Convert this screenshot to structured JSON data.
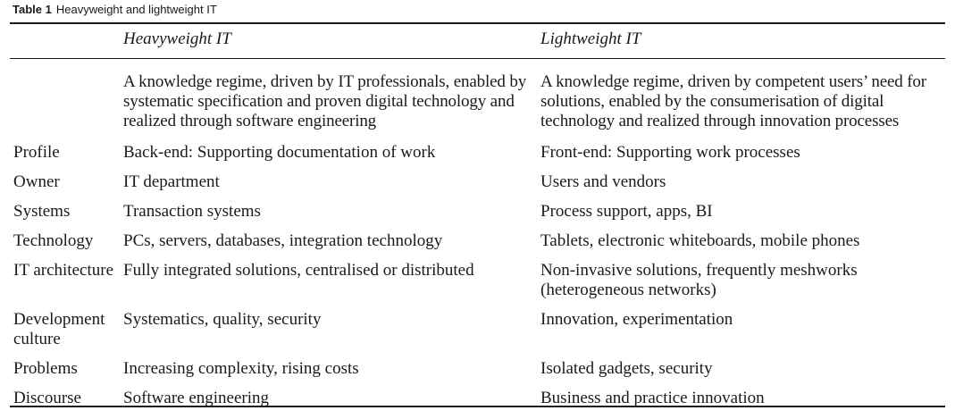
{
  "caption": {
    "label": "Table 1",
    "title": "Heavyweight and lightweight IT"
  },
  "table": {
    "headers": [
      "",
      "Heavyweight IT",
      "Lightweight IT"
    ],
    "intro": {
      "heavyweight": "A knowledge regime, driven by IT professionals, enabled by systematic specification and proven digital technology and realized through software engineering",
      "lightweight": "A knowledge regime, driven by competent users’ need for solutions, enabled by the consumerisation of digital technology and realized through innovation processes"
    },
    "rows": [
      {
        "label": "Profile",
        "heavyweight": "Back-end: Supporting documentation of work",
        "lightweight": "Front-end: Supporting work processes"
      },
      {
        "label": "Owner",
        "heavyweight": "IT department",
        "lightweight": "Users and vendors"
      },
      {
        "label": "Systems",
        "heavyweight": "Transaction systems",
        "lightweight": "Process support, apps, BI"
      },
      {
        "label": "Technology",
        "heavyweight": "PCs, servers, databases, integration technology",
        "lightweight": "Tablets, electronic whiteboards, mobile phones"
      },
      {
        "label": "IT architecture",
        "heavyweight": "Fully integrated solutions, centralised or distributed",
        "lightweight": "Non-invasive solutions, frequently meshworks (heterogeneous networks)"
      },
      {
        "label": "Development culture",
        "heavyweight": "Systematics, quality, security",
        "lightweight": "Innovation, experimentation"
      },
      {
        "label": "Problems",
        "heavyweight": "Increasing complexity, rising costs",
        "lightweight": "Isolated gadgets, security"
      },
      {
        "label": "Discourse",
        "heavyweight": "Software engineering",
        "lightweight": "Business and practice innovation"
      }
    ]
  }
}
